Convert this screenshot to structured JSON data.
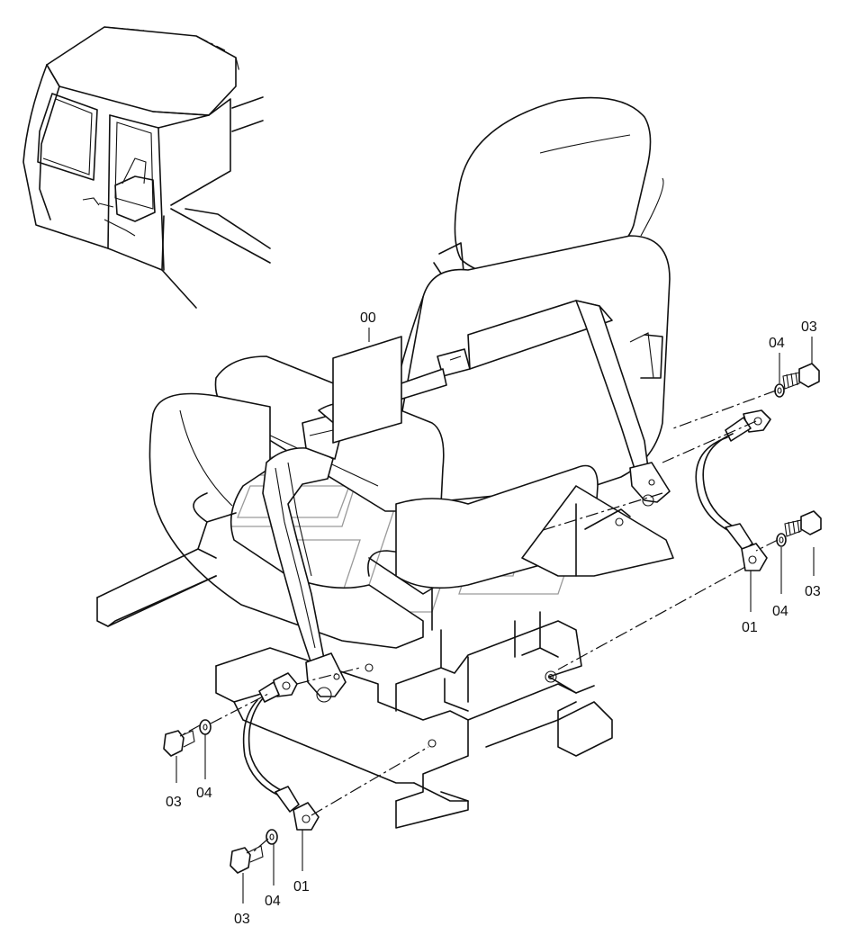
{
  "callouts": {
    "c00": "00",
    "c03_right_top": "03",
    "c04_right_top": "04",
    "c03_right_bottom": "03",
    "c04_right_bottom": "04",
    "c01_right": "01",
    "c03_left": "03",
    "c04_left": "04",
    "c03_bottom": "03",
    "c04_bottom": "04",
    "c01_bottom": "01"
  },
  "colors": {
    "line": "#111111",
    "watermark": "#9a9a9a",
    "background": "#ffffff"
  },
  "icons": {
    "watermark": "brand-watermark-icon"
  }
}
